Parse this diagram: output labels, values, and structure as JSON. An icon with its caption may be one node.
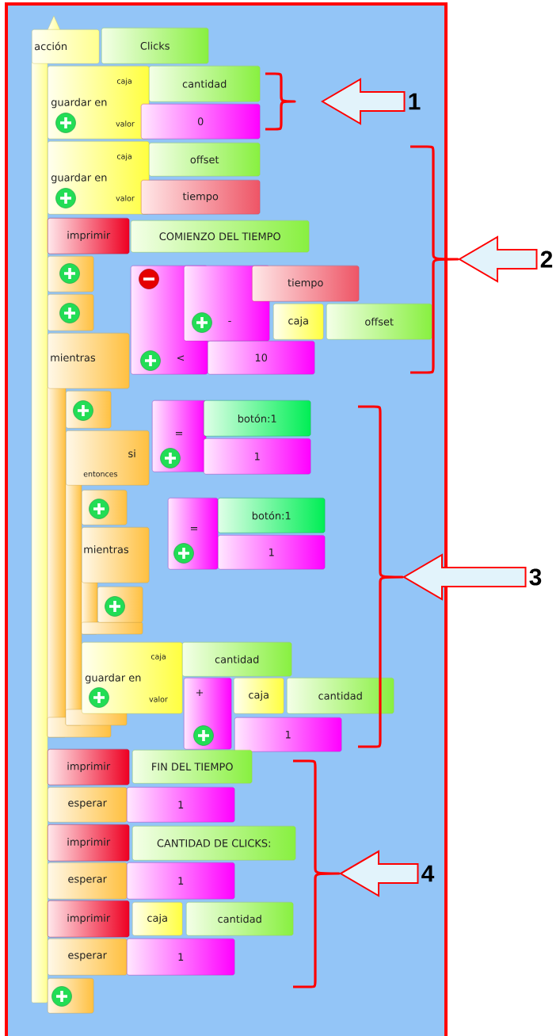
{
  "diagram": {
    "nodes": [
      {
        "text": [
          "acción"
        ]
      },
      {
        "text": [
          "Clicks"
        ]
      },
      {
        "text": [
          "caja",
          "guardar en",
          "valor"
        ]
      },
      {
        "text": [
          "cantidad"
        ]
      },
      {
        "text": [
          "0"
        ]
      },
      {
        "text": [
          "caja",
          "guardar en",
          "valor"
        ]
      },
      {
        "text": [
          "offset"
        ]
      },
      {
        "text": [
          "tiempo"
        ]
      },
      {
        "text": [
          "imprimir"
        ]
      },
      {
        "text": [
          "COMIENZO DEL TIEMPO"
        ]
      },
      {
        "text": [],
        "shape": "box",
        "in": 0
      },
      {
        "text": [],
        "shape": "box",
        "in": 0
      },
      {
        "text": [
          "mientras"
        ]
      },
      {
        "text": [
          "<"
        ]
      },
      {
        "text": [
          "-"
        ]
      },
      {
        "text": [
          "tiempo"
        ]
      },
      {
        "text": [
          "caja"
        ]
      },
      {
        "text": [
          "offset"
        ]
      },
      {
        "text": [
          "10"
        ]
      },
      {
        "text": [],
        "shape": "box",
        "in": 12
      },
      {
        "text": [
          "si",
          "entonces"
        ]
      },
      {
        "text": [
          "="
        ]
      },
      {
        "text": [
          "botón:1"
        ]
      },
      {
        "text": [
          "1"
        ]
      },
      {
        "text": [],
        "shape": "box"
      },
      {
        "text": [
          "mientras"
        ],
        "in": 20
      },
      {
        "text": [
          "="
        ]
      },
      {
        "text": [
          "botón:1"
        ]
      },
      {
        "text": [
          "1"
        ]
      },
      {
        "text": [],
        "shape": "box",
        "in": 20
      },
      {
        "text": [
          "caja",
          "guardar en",
          "valor"
        ]
      },
      {
        "text": [
          "cantidad"
        ]
      },
      {
        "text": [
          "+"
        ]
      },
      {
        "text": [
          "caja"
        ]
      },
      {
        "text": [
          "cantidad"
        ]
      },
      {
        "text": [
          "1"
        ]
      },
      {
        "text": [
          "imprimir"
        ]
      },
      {
        "text": [
          "FIN DEL TIEMPO"
        ]
      },
      {
        "text": [
          "esperar"
        ]
      },
      {
        "text": [
          "1"
        ]
      },
      {
        "text": [
          "imprimir"
        ]
      },
      {
        "text": [
          "CANTIDAD DE CLICKS:"
        ]
      },
      {
        "text": [
          "esperar"
        ]
      },
      {
        "text": [
          "1"
        ]
      },
      {
        "text": [
          "imprimir"
        ]
      },
      {
        "text": [
          "caja"
        ]
      },
      {
        "text": [
          "cantidad"
        ]
      },
      {
        "text": [
          "esperar"
        ]
      },
      {
        "text": [
          "1"
        ]
      },
      {
        "text": [],
        "shape": "box"
      },
      {
        "text": [
          "1"
        ]
      },
      {
        "text": [
          "2"
        ]
      },
      {
        "text": [
          "3"
        ]
      },
      {
        "text": [
          "4"
        ]
      }
    ],
    "edges": [
      {
        "from": 50,
        "to": null,
        "arrow": "to"
      },
      {
        "from": 51,
        "to": null,
        "arrow": "to"
      },
      {
        "from": 52,
        "to": null,
        "arrow": "to"
      },
      {
        "from": 53,
        "to": null,
        "arrow": "to"
      }
    ]
  }
}
